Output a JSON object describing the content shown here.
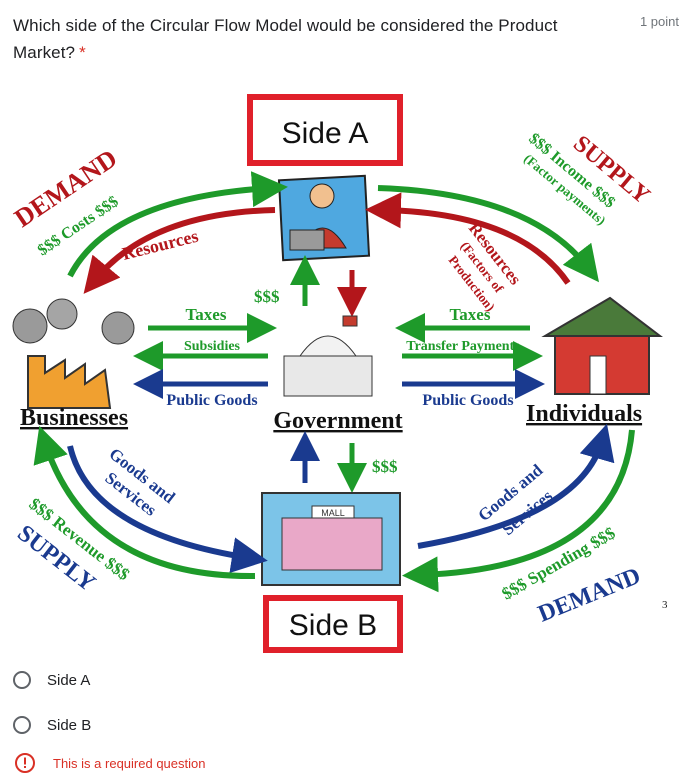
{
  "question": {
    "text": "Which side of the Circular Flow Model would be considered the Product Market?",
    "required_marker": "*",
    "points": "1 point"
  },
  "diagram": {
    "side_a": "Side A",
    "side_b": "Side B",
    "businesses": "Businesses",
    "government": "Government",
    "individuals": "Individuals",
    "demand_top": "DEMAND",
    "costs": "$$$ Costs $$$",
    "resources_left": "Resources",
    "supply_top": "SUPPLY",
    "income": "$$$ Income $$$",
    "factor_payments": "(Factor payments)",
    "resources_right": "Resources",
    "factors_of": "(Factors of",
    "production": "Production)",
    "taxes_left": "Taxes",
    "subsidies": "Subsidies",
    "public_goods_left": "Public Goods",
    "taxes_right": "Taxes",
    "transfer_payments": "Transfer Payments",
    "public_goods_right": "Public Goods",
    "dollars_top": "$$$",
    "dollars_bottom": "$$$",
    "goods_services_left_1": "Goods and",
    "goods_services_left_2": "Services",
    "goods_services_right_1": "Goods and",
    "goods_services_right_2": "Services",
    "revenue": "$$$ Revenue $$$",
    "supply_bottom": "SUPPLY",
    "spending": "$$$ Spending $$$",
    "demand_bottom": "DEMAND",
    "slide_number": "3",
    "mall_sign": "MALL"
  },
  "options": [
    {
      "label": "Side A"
    },
    {
      "label": "Side B"
    }
  ],
  "error": {
    "text": "This is a required question"
  },
  "colors": {
    "green": "#1e9a2a",
    "red": "#b3161b",
    "blue": "#1a3a8f",
    "box_red": "#e0202a",
    "error": "#d93025"
  }
}
